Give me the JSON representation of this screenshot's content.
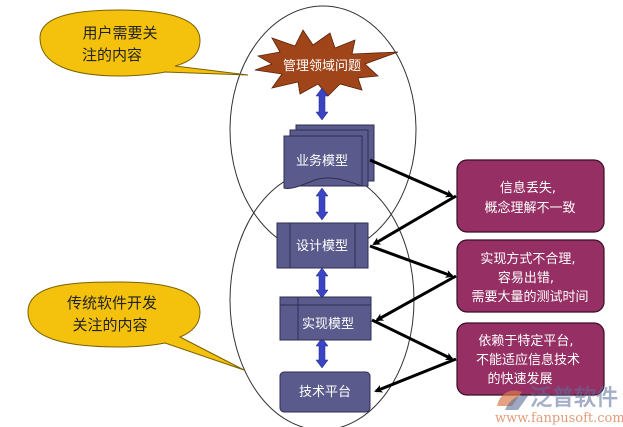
{
  "colors": {
    "callout_fill": "#f4c20d",
    "callout_stroke": "#7a6200",
    "node_fill": "#5a5a8c",
    "node_stroke": "#2e2e55",
    "burst_fill": "#a0441a",
    "issue_fill": "#962f63",
    "issue_stroke": "#3a0f25",
    "connector_arrow": "#3a44c4",
    "issue_arrow": "#000000"
  },
  "callouts": {
    "user_concern": [
      "用户需要关",
      "注的内容"
    ],
    "traditional_concern": [
      "传统软件开发",
      "关注的内容"
    ]
  },
  "nodes": {
    "problem_domain": "管理领域问题",
    "business_model": "业务模型",
    "design_model": "设计模型",
    "implementation_model": "实现模型",
    "tech_platform": "技术平台"
  },
  "issues": [
    {
      "lines": [
        "信息丢失,",
        "概念理解不一致"
      ]
    },
    {
      "lines": [
        "实现方式不合理,",
        "容易出错,",
        "需要大量的测试时间"
      ]
    },
    {
      "lines": [
        "依赖于特定平台,",
        "不能适应信息技术",
        "的快速发展"
      ]
    }
  ],
  "watermark": {
    "brand": "泛普软件",
    "url": "www.fanpusoft.com"
  }
}
